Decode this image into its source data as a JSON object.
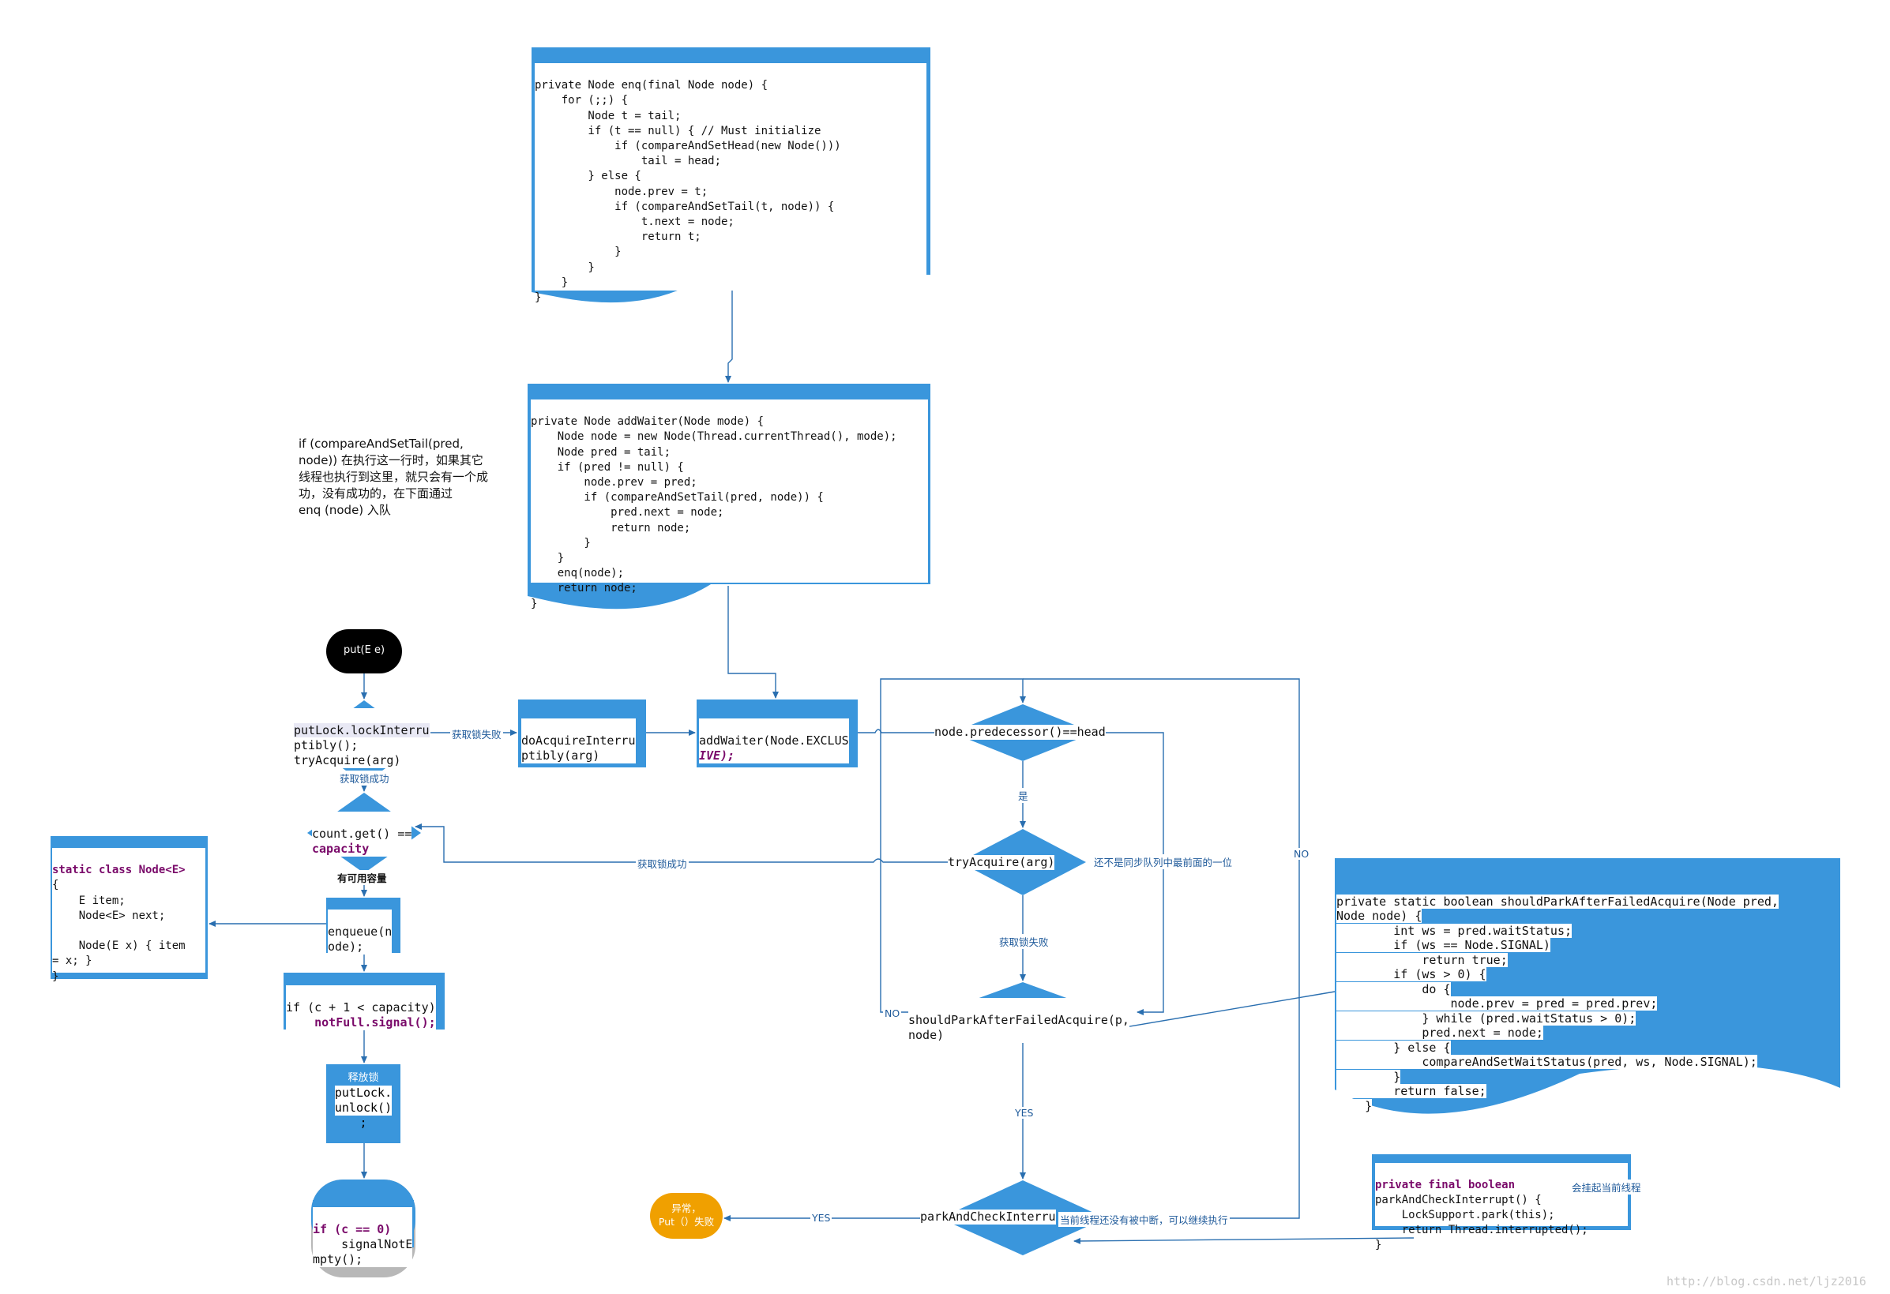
{
  "enq_code": [
    "private Node enq(final Node node) {",
    "    for (;;) {",
    "        Node t = tail;",
    "        if (t == null) { // Must initialize",
    "            if (compareAndSetHead(new Node()))",
    "                tail = head;",
    "        } else {",
    "            node.prev = t;",
    "            if (compareAndSetTail(t, node)) {",
    "                t.next = node;",
    "                return t;",
    "            }",
    "        }",
    "    }",
    "}"
  ],
  "addwaiter_code": [
    "private Node addWaiter(Node mode) {",
    "    Node node = new Node(Thread.currentThread(), mode);",
    "    Node pred = tail;",
    "    if (pred != null) {",
    "        node.prev = pred;",
    "        if (compareAndSetTail(pred, node)) {",
    "            pred.next = node;",
    "            return node;",
    "        }",
    "    }",
    "    enq(node);",
    "    return node;",
    "}"
  ],
  "note_text": [
    " if (compareAndSetTail(pred,",
    "node)) 在执行这一行时，如果其它",
    "线程也执行到这里，就只会有一个成",
    "功，没有成功的，在下面通过",
    "enq (node) 入队"
  ],
  "start": {
    "label": "put(E e)"
  },
  "lock_decision": [
    "putLock.lockInterru",
    "ptibly();",
    "tryAcquire(arg)"
  ],
  "do_acquire": [
    "doAcquireInterru",
    "ptibly(arg)"
  ],
  "add_waiter_box": [
    "addWaiter(Node.EXCLUS",
    "IVE);"
  ],
  "count_decision": [
    "count.get() ==",
    "capacity"
  ],
  "enqueue_box": [
    "enqueue(n",
    "ode);"
  ],
  "signal_box": [
    "if (c + 1 < capacity)",
    "    notFull.signal();"
  ],
  "unlock_box": [
    "释放锁",
    "putLock.",
    "unlock()",
    ";"
  ],
  "signal_not_empty": [
    "if (c == 0)",
    "    signalNotE",
    "mpty();"
  ],
  "exception_box": [
    "异常，",
    "Put（）失败"
  ],
  "node_class": [
    "static class Node<E>",
    "{",
    "    E item;",
    "    Node<E> next;",
    "",
    "    Node(E x) { item",
    "= x; }",
    "}"
  ],
  "predecessor_decision": "node.predecessor()==head",
  "try_acquire_decision": "tryAcquire(arg)",
  "should_park_decision": [
    "shouldParkAfterFailedAcquire(p,",
    "node)"
  ],
  "park_decision": "parkAndCheckInterru",
  "should_park_code": [
    "private static boolean shouldParkAfterFailedAcquire(Node pred,",
    "Node node) {",
    "        int ws = pred.waitStatus;",
    "        if (ws == Node.SIGNAL)",
    "            return true;",
    "        if (ws > 0) {",
    "            do {",
    "                node.prev = pred = pred.prev;",
    "            } while (pred.waitStatus > 0);",
    "            pred.next = node;",
    "        } else {",
    "            compareAndSetWaitStatus(pred, ws, Node.SIGNAL);",
    "        }",
    "        return false;",
    "    }"
  ],
  "park_code": [
    "private final boolean",
    "parkAndCheckInterrupt() {",
    "    LockSupport.park(this);",
    "    return Thread.interrupted();",
    "}"
  ],
  "park_code_note": "会挂起当前线程",
  "labels": {
    "acquire_fail_1": "获取锁失败",
    "acquire_success_1": "获取锁成功",
    "capacity_available": "有可用容量",
    "acquire_success_2": "获取锁成功",
    "yes_is": "是",
    "not_first": "还不是同步队列中最前面的一位",
    "acquire_fail_2": "获取锁失败",
    "no_1": "NO",
    "no_2": "NO",
    "yes_1": "YES",
    "yes_2": "YES",
    "not_interrupted": "当前线程还没有被中断，可以继续执行"
  },
  "watermark": "http://blog.csdn.net/ljz2016",
  "colors": {
    "blue": "#3a96dc",
    "dark_blue_line": "#2a6fb0",
    "black": "#000000",
    "orange": "#f0a000",
    "gray": "#b8b8b8"
  }
}
